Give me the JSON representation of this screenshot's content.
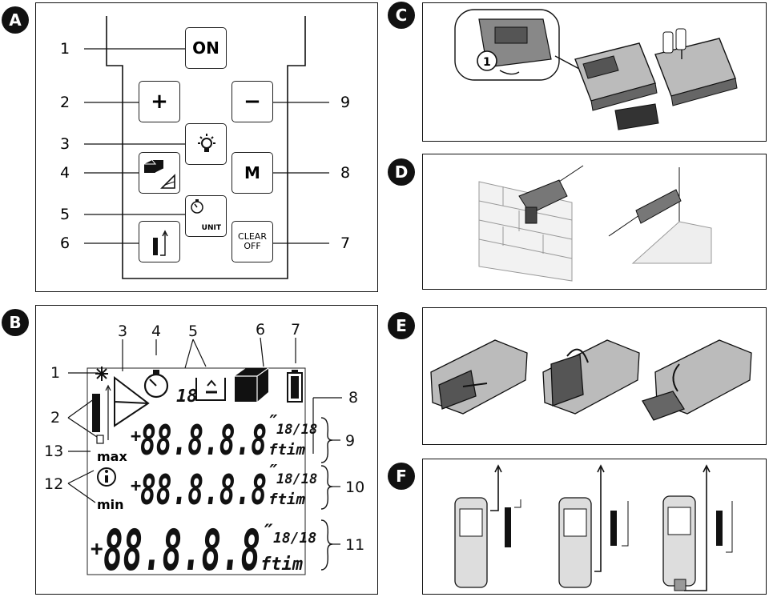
{
  "panels": {
    "a": {
      "badge": "A"
    },
    "b": {
      "badge": "B"
    },
    "c": {
      "badge": "C"
    },
    "d": {
      "badge": "D"
    },
    "e": {
      "badge": "E"
    },
    "f": {
      "badge": "F"
    }
  },
  "keypad": {
    "on_label": "ON",
    "plus_label": "+",
    "minus_label": "−",
    "m_label": "M",
    "unit_label": "UNIT",
    "clear_label_1": "CLEAR",
    "clear_label_2": "OFF",
    "callouts": [
      "1",
      "2",
      "3",
      "4",
      "5",
      "6",
      "7",
      "8",
      "9"
    ]
  },
  "display": {
    "callouts": [
      "1",
      "2",
      "3",
      "4",
      "5",
      "6",
      "7",
      "8",
      "9",
      "10",
      "11",
      "12",
      "13"
    ],
    "max_label": "max",
    "min_label": "min",
    "digits": "88.8.8.8",
    "unit": "ftim",
    "fraction": "18/18",
    "inch_mark": "″",
    "small_digits": "18",
    "sign": "+"
  },
  "icons": [
    "bulb-icon",
    "area-volume-icon",
    "timer-icon",
    "reference-edge-icon",
    "battery-icon",
    "info-icon",
    "laser-icon"
  ]
}
